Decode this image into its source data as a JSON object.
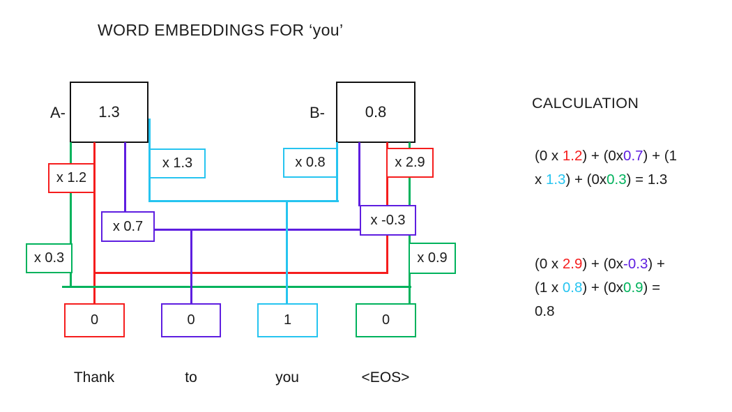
{
  "title": "WORD EMBEDDINGS FOR ‘you’",
  "colors": {
    "red": "#f51d1d",
    "green": "#00b25c",
    "cyan": "#26c4f0",
    "purple": "#5e1ee0",
    "black": "#1b1b1b"
  },
  "nodes": [
    {
      "id": "A",
      "label": "A-",
      "value": "1.3"
    },
    {
      "id": "B",
      "label": "B-",
      "value": "0.8"
    }
  ],
  "weights": [
    {
      "id": "w12",
      "label": "x 1.2",
      "color": "red"
    },
    {
      "id": "w13",
      "label": "x 1.3",
      "color": "cyan"
    },
    {
      "id": "w08",
      "label": "x 0.8",
      "color": "cyan"
    },
    {
      "id": "w29",
      "label": "x 2.9",
      "color": "red"
    },
    {
      "id": "w07",
      "label": "x 0.7",
      "color": "purple"
    },
    {
      "id": "wm03",
      "label": "x -0.3",
      "color": "purple"
    },
    {
      "id": "w03",
      "label": "x 0.3",
      "color": "green"
    },
    {
      "id": "w09",
      "label": "x 0.9",
      "color": "green"
    }
  ],
  "inputs": [
    {
      "value": "0",
      "word": "Thank",
      "color": "red"
    },
    {
      "value": "0",
      "word": "to",
      "color": "purple"
    },
    {
      "value": "1",
      "word": "you",
      "color": "cyan"
    },
    {
      "value": "0",
      "word": "<EOS>",
      "color": "green"
    }
  ],
  "calculation": {
    "heading": "CALCULATION",
    "equations": [
      {
        "result": "1.3",
        "lines": [
          [
            {
              "t": "(0 x ",
              "c": "black"
            },
            {
              "t": "1.2",
              "c": "red"
            },
            {
              "t": ") + (0x",
              "c": "black"
            },
            {
              "t": "0.7",
              "c": "purple"
            },
            {
              "t": ") + (1",
              "c": "black"
            }
          ],
          [
            {
              "t": "x ",
              "c": "black"
            },
            {
              "t": "1.3",
              "c": "cyan"
            },
            {
              "t": ") + (0x",
              "c": "black"
            },
            {
              "t": "0.3",
              "c": "green"
            },
            {
              "t": ") = 1.3",
              "c": "black"
            }
          ]
        ]
      },
      {
        "result": "0.8",
        "lines": [
          [
            {
              "t": "(0 x ",
              "c": "black"
            },
            {
              "t": "2.9",
              "c": "red"
            },
            {
              "t": ") + (0x",
              "c": "black"
            },
            {
              "t": "-0.3",
              "c": "purple"
            },
            {
              "t": ") +",
              "c": "black"
            }
          ],
          [
            {
              "t": "(1 x ",
              "c": "black"
            },
            {
              "t": "0.8",
              "c": "cyan"
            },
            {
              "t": ") + (0x",
              "c": "black"
            },
            {
              "t": "0.9",
              "c": "green"
            },
            {
              "t": ") =",
              "c": "black"
            }
          ],
          [
            {
              "t": "0.8",
              "c": "black"
            }
          ]
        ]
      }
    ]
  }
}
